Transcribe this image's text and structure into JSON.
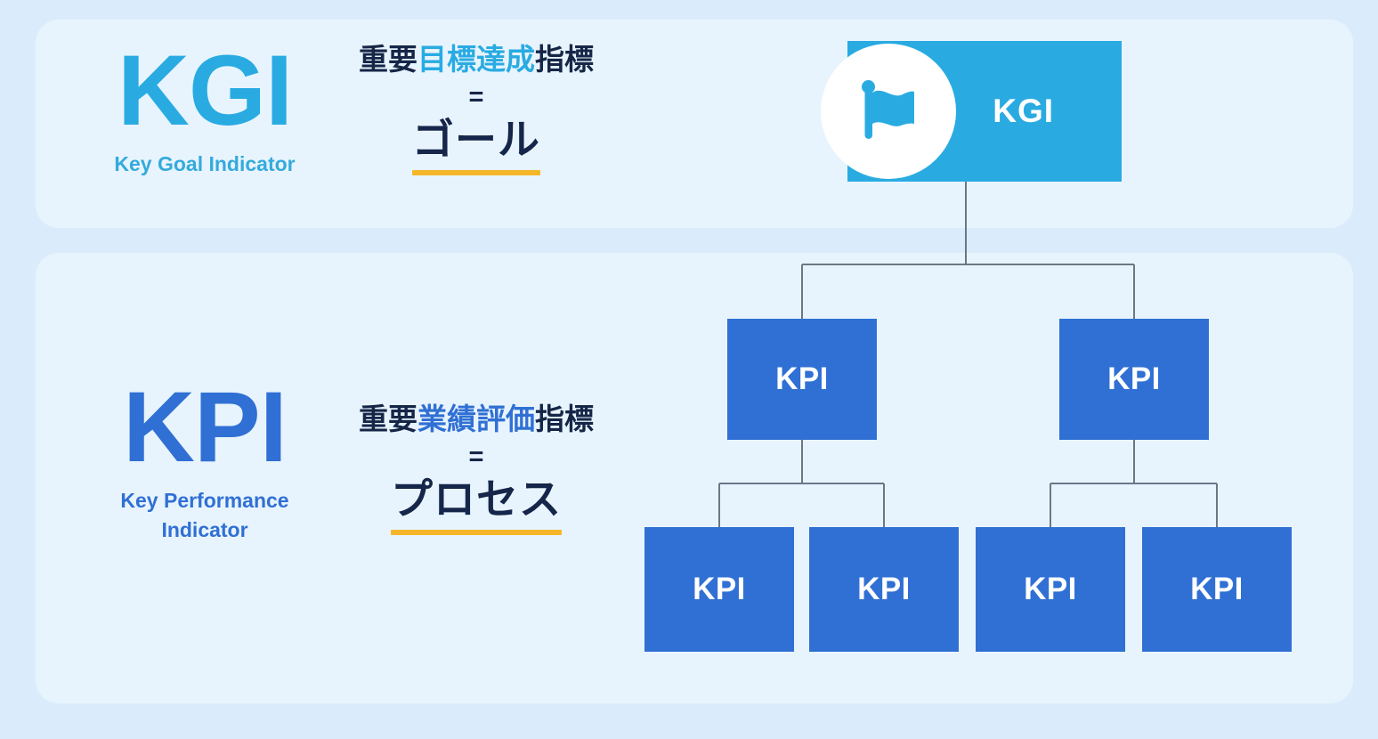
{
  "colors": {
    "page_background": "#daecfb",
    "panel_background": "#e8f4fd",
    "kgi_cyan": "#29abe2",
    "kpi_blue": "#3070d4",
    "navy_text": "#152647",
    "underline_amber": "#f5b729",
    "connector_gray": "#6b7785",
    "node_text_white": "#ffffff"
  },
  "sections": {
    "kgi": {
      "acronym": "KGI",
      "acronym_expansion": "Key Goal Indicator",
      "definition": {
        "prefix": "重要",
        "highlight": "目標達成",
        "suffix": "指標",
        "equals": "=",
        "keyword": "ゴール"
      }
    },
    "kpi": {
      "acronym": "KPI",
      "acronym_expansion_line1": "Key Performance",
      "acronym_expansion_line2": "Indicator",
      "definition": {
        "prefix": "重要",
        "highlight": "業績評価",
        "suffix": "指標",
        "equals": "=",
        "keyword": "プロセス"
      }
    }
  },
  "tree": {
    "root": {
      "label": "KGI",
      "icon": "flag-icon"
    },
    "level2": [
      {
        "label": "KPI"
      },
      {
        "label": "KPI"
      }
    ],
    "level3": [
      {
        "label": "KPI"
      },
      {
        "label": "KPI"
      },
      {
        "label": "KPI"
      },
      {
        "label": "KPI"
      }
    ]
  }
}
